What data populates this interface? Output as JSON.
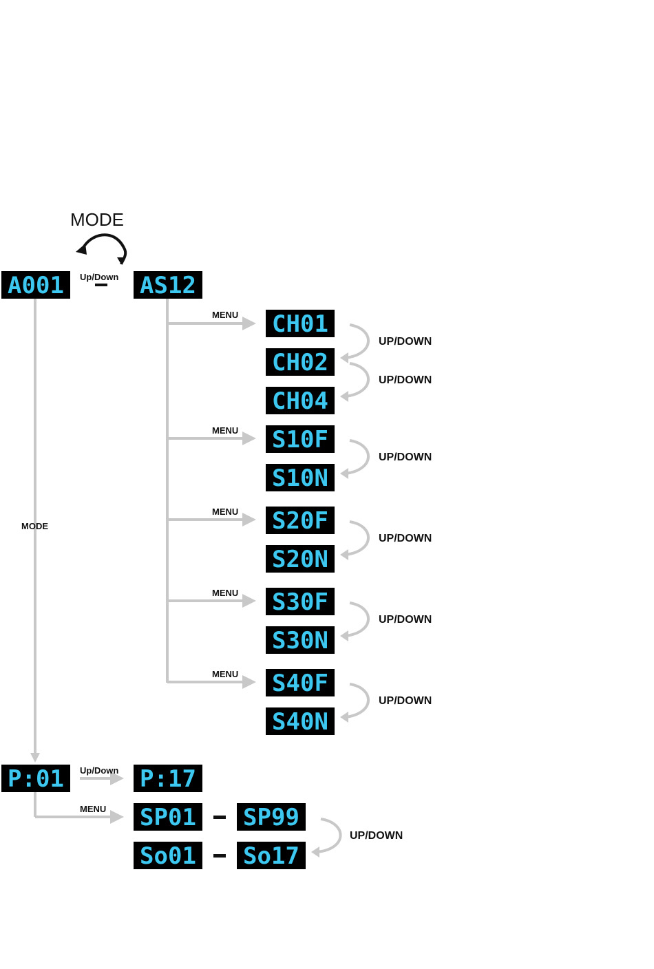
{
  "top": {
    "mode_label": "MODE",
    "updown_label": "Up/Down",
    "dash": "–"
  },
  "side": {
    "mode_label": "MODE"
  },
  "colors": {
    "lcd_bg": "#000000",
    "lcd_text": "#3cc8f0",
    "connector": "#c8c8c8",
    "arrow_dark": "#111111"
  },
  "displays": {
    "a001": "A001",
    "as12": "AS12",
    "ch01": "CH01",
    "ch02": "CH02",
    "ch04": "CH04",
    "s10f": "S10F",
    "s10n": "S10N",
    "s20f": "S20F",
    "s20n": "S20N",
    "s30f": "S30F",
    "s30n": "S30N",
    "s40f": "S40F",
    "s40n": "S40N",
    "p01": "P:01",
    "p17": "P:17",
    "sp01": "SP01",
    "sp99": "SP99",
    "so01": "So01",
    "so17": "So17"
  },
  "labels": {
    "menu": "MENU",
    "updown_caps": "UP/DOWN",
    "updown_mixed": "Up/Down",
    "range_dash": "–"
  }
}
